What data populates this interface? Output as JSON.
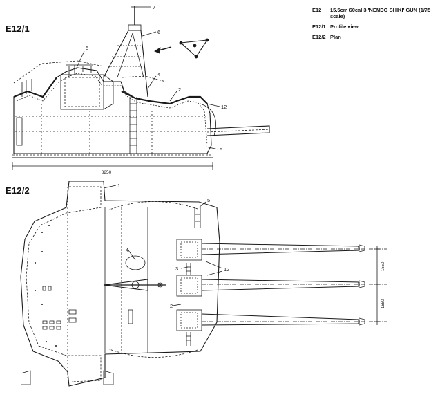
{
  "figures": [
    {
      "id": "E12/1",
      "title": "Profile view"
    },
    {
      "id": "E12/2",
      "title": "Plan"
    }
  ],
  "legend": [
    {
      "code": "E12",
      "text": "15.5cm 60cal 3 'NENDO SHIKI' GUN (1/75 scale)"
    },
    {
      "code": "E12/1",
      "text": "Profile view"
    },
    {
      "code": "E12/2",
      "text": "Plan"
    }
  ],
  "profile": {
    "callouts": [
      "7",
      "6",
      "5",
      "4",
      "2",
      "12",
      "5"
    ],
    "dimension": "8250"
  },
  "plan": {
    "callouts": [
      "1",
      "5",
      "4",
      "3",
      "12",
      "2"
    ],
    "dimensions": [
      "1550",
      "1550"
    ]
  },
  "colors": {
    "ink": "#1a1a1a",
    "paper": "#ffffff"
  }
}
